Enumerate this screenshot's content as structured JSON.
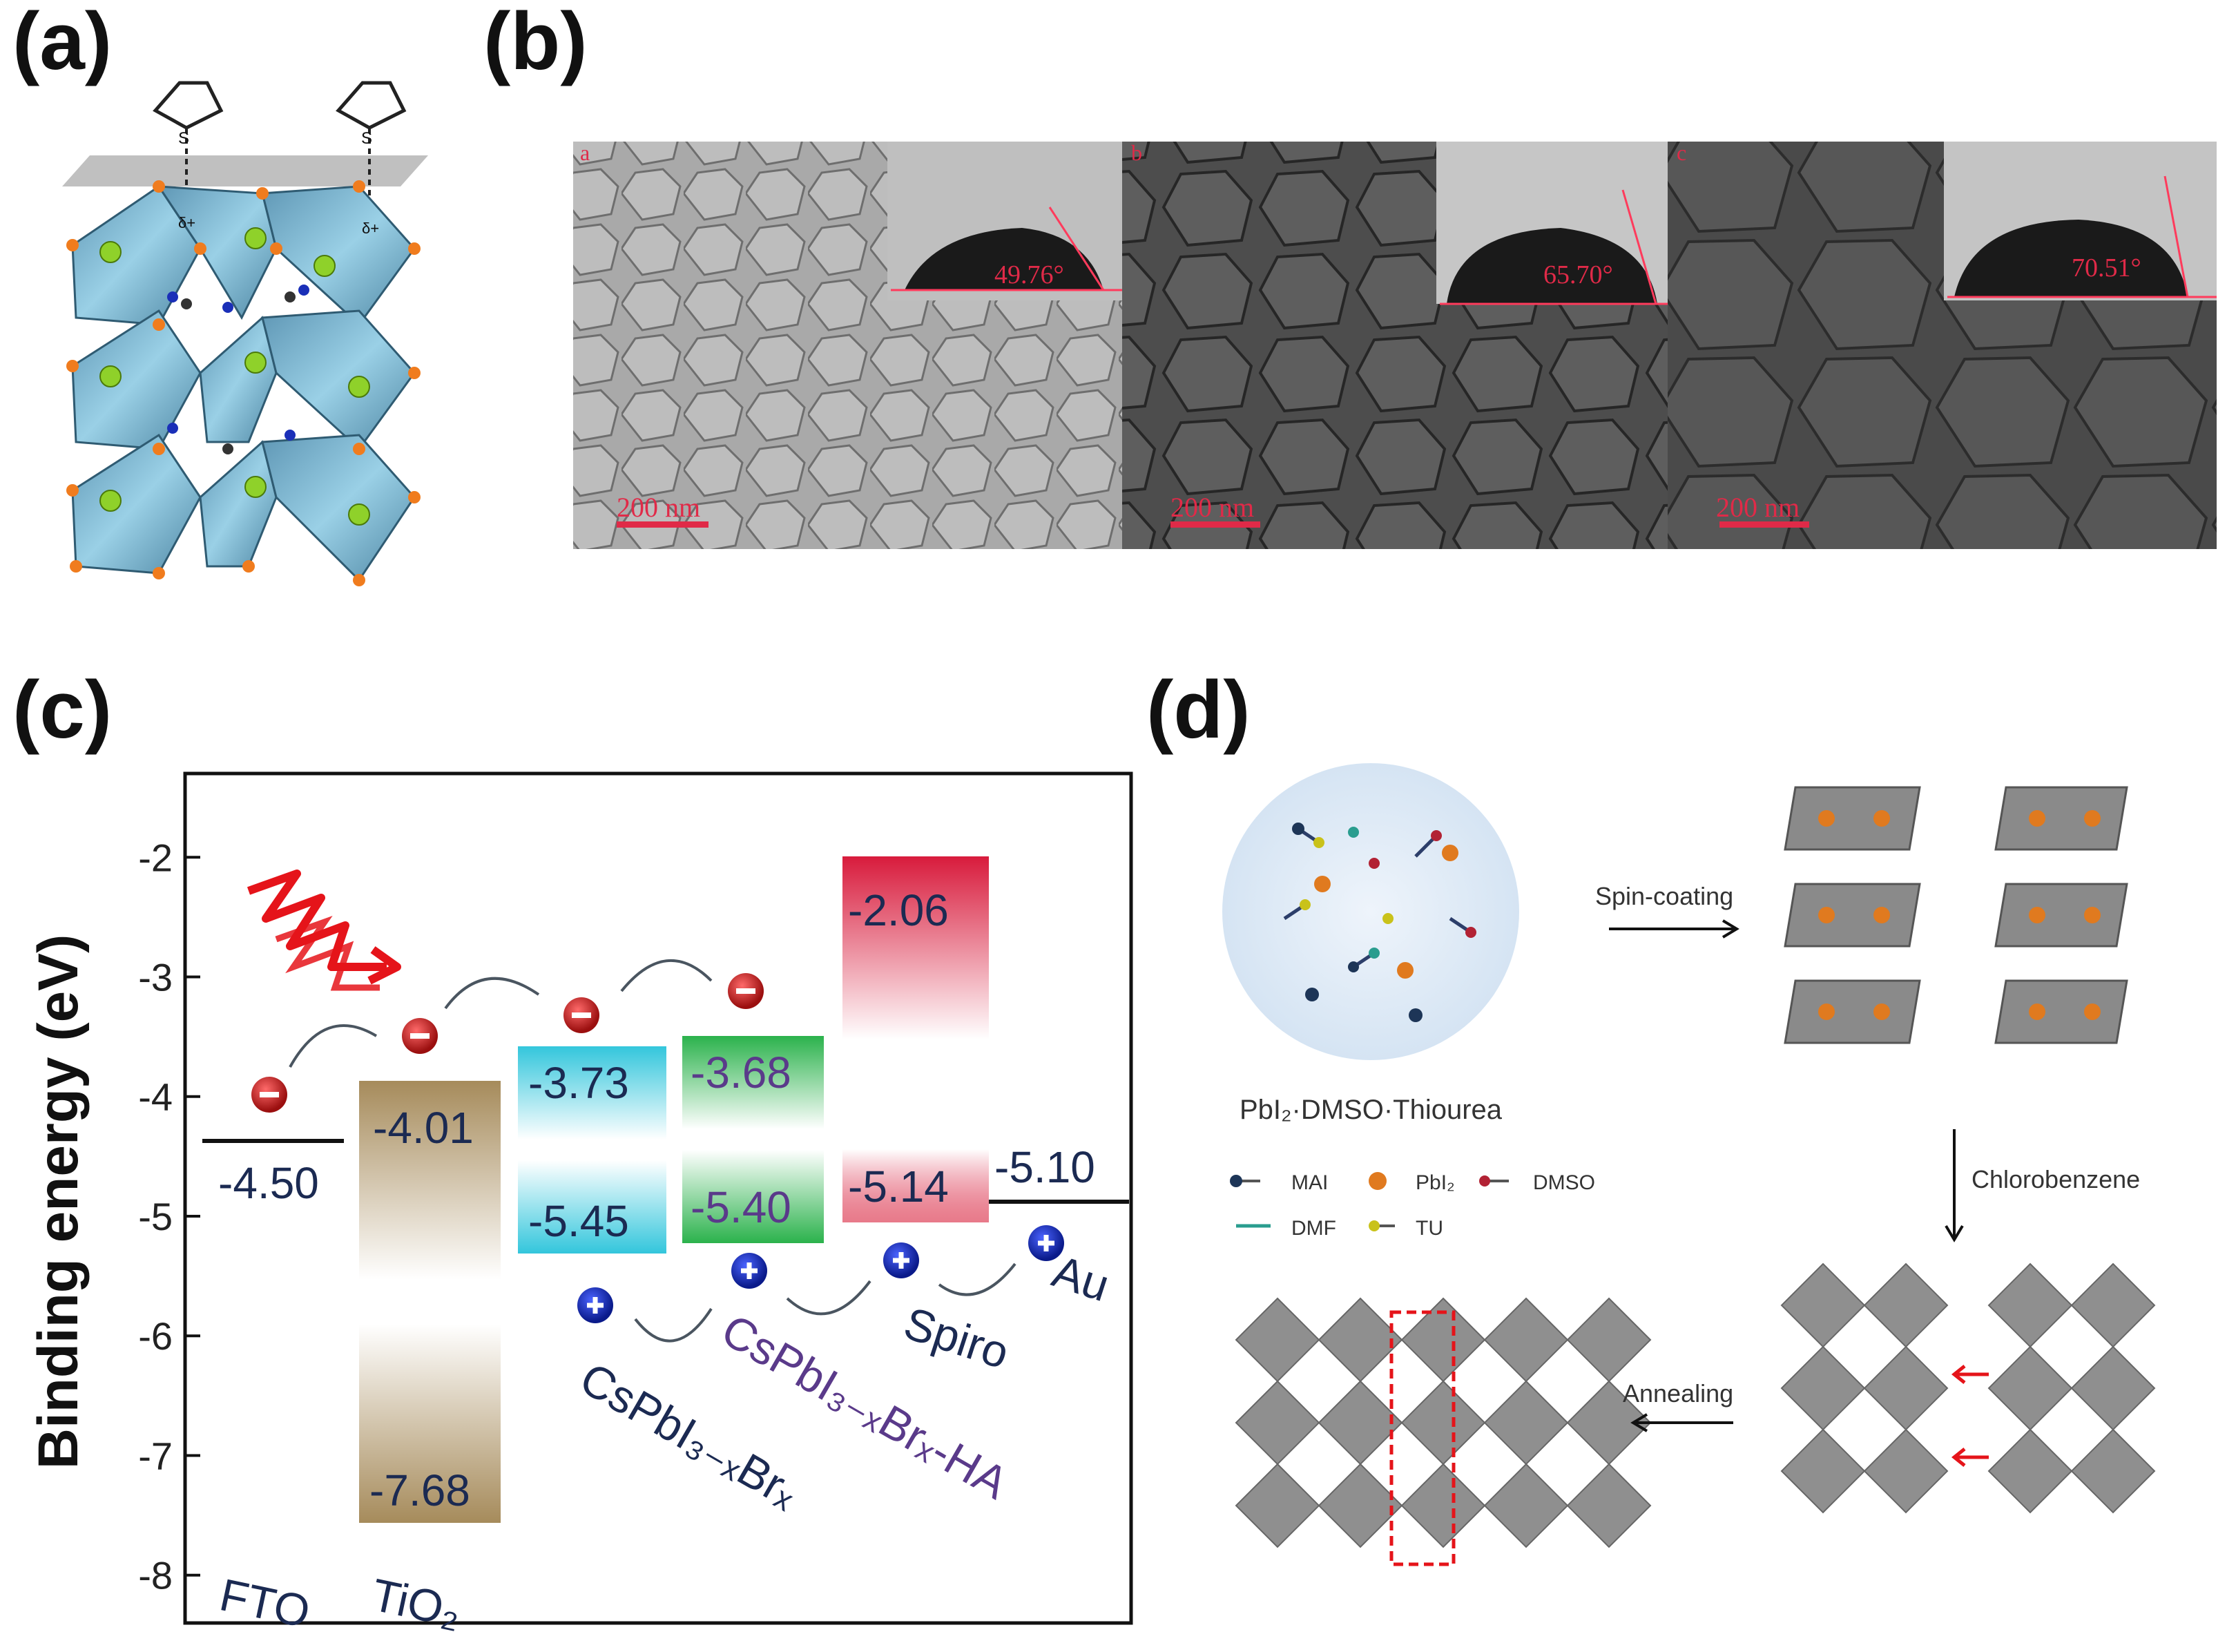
{
  "panels": {
    "a": {
      "label": "(a)",
      "charge_labels": [
        "δ+",
        "δ+"
      ],
      "atom_label": "S"
    },
    "b": {
      "label": "(b)",
      "images": [
        {
          "letter": "a",
          "scale_bar": "200 nm",
          "contact_angle": "49.76°"
        },
        {
          "letter": "b",
          "scale_bar": "200 nm",
          "contact_angle": "65.70°"
        },
        {
          "letter": "c",
          "scale_bar": "200 nm",
          "contact_angle": "70.51°"
        }
      ]
    },
    "c": {
      "label": "(c)"
    },
    "d": {
      "label": "(d)",
      "solution_label": "PbI₂·DMSO·Thiourea",
      "steps": [
        "Spin-coating",
        "Chlorobenzene",
        "Annealing"
      ],
      "legend": [
        "MAI",
        "PbI₂",
        "DMSO",
        "DMF",
        "TU"
      ],
      "colors": {
        "MAI": "#1d3557",
        "PbI2": "#e07a1f",
        "DMSO": "#b22234",
        "DMF": "#2a9d8f",
        "TU": "#c9c21a"
      }
    }
  },
  "chart_data": {
    "type": "energy-level diagram",
    "ylabel": "Binding energy (eV)",
    "yticks": [
      "-2",
      "-3",
      "-4",
      "-5",
      "-6",
      "-7",
      "-8"
    ],
    "ylim": [
      -8.4,
      -1.3
    ],
    "materials": [
      {
        "name": "FTO",
        "level": -4.5,
        "level_label": "-4.50"
      },
      {
        "name": "TiO₂",
        "lumo": -4.01,
        "homo": -7.68,
        "lumo_label": "-4.01",
        "homo_label": "-7.68",
        "color": "#a68b5b"
      },
      {
        "name": "CsPbI₃₋ₓBrₓ",
        "lumo": -3.73,
        "homo": -5.45,
        "lumo_label": "-3.73",
        "homo_label": "-5.45",
        "color": "#33c6dc"
      },
      {
        "name": "CsPbI₃₋ₓBrₓ-HA",
        "lumo": -3.68,
        "homo": -5.4,
        "lumo_label": "-3.68",
        "homo_label": "-5.40",
        "color": "#2bb24c"
      },
      {
        "name": "Spiro",
        "lumo": -2.06,
        "homo": -5.14,
        "lumo_label": "-2.06",
        "homo_label": "-5.14",
        "color": "#d81b3c"
      },
      {
        "name": "Au",
        "level": -5.1,
        "level_label": "-5.10"
      }
    ]
  }
}
